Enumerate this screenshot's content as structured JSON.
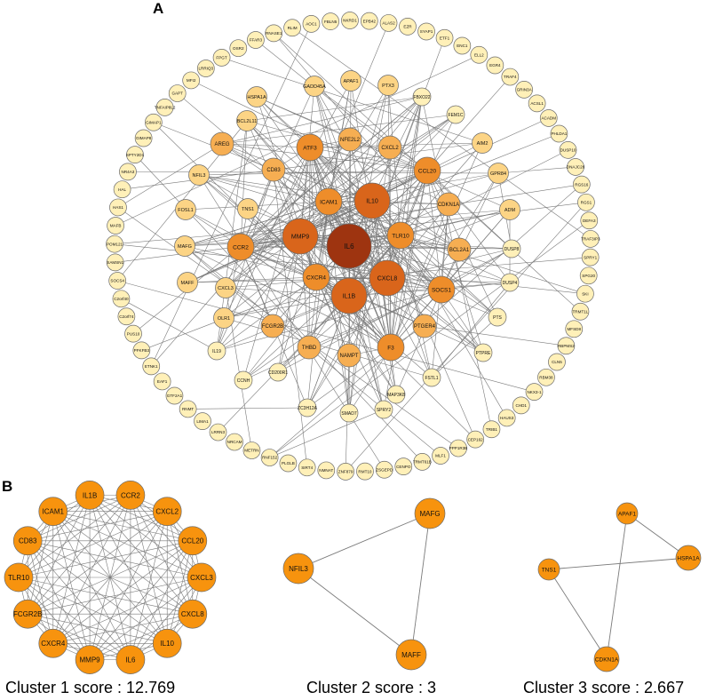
{
  "panels": {
    "a": "A",
    "b": "B"
  },
  "captions": [
    "Cluster 1 score : 12.769",
    "Cluster 2 score : 3",
    "Cluster 3 score : 2.667"
  ],
  "colors": {
    "pale": "#fff0b8",
    "light": "#fcd485",
    "medium": "#f6ae52",
    "orange": "#ee8d2a",
    "deep": "#d9651b",
    "darkest": "#9e3410",
    "cluster_node": "#f7930e",
    "edge": "#7a7a7a"
  },
  "network_a": {
    "outer_ring": [
      "AOC1",
      "FBLN5",
      "NKRD1",
      "EPB42",
      "ALAS2",
      "EZR",
      "SYAP1",
      "ETF1",
      "ENC1",
      "ELL2",
      "EGR4",
      "TRAF4",
      "GRIN3A",
      "ACSL1",
      "ACADM",
      "PHLDA1",
      "DUSP10",
      "DNAJC28",
      "RGS16",
      "RGS1",
      "DEFA3",
      "TRAF3IP3",
      "SPRY1",
      "SPG20",
      "SKI",
      "TRMT1L",
      "MFSD8",
      "RBPMS2",
      "CLN5",
      "RBM38",
      "NKX3-1",
      "CHD1",
      "HAUS3",
      "TRIB1",
      "CEP162",
      "PPP1R3B",
      "MLF1",
      "TRMT61B",
      "CENPO",
      "ZSGEPD",
      "RMT10",
      "ZNF879",
      "NMNAT",
      "SIRT4",
      "PLGLB",
      "RNF152",
      "METRN",
      "NRCAM",
      "LRRN3",
      "LIMA1",
      "RNMT",
      "GTF2A1",
      "EAF1",
      "ETNK1",
      "PFKFB3",
      "PUS10",
      "C2orf74",
      "C2orf40",
      "SOCS4",
      "SAMSN1",
      "POM121",
      "MAFB",
      "HAS1",
      "HAL",
      "NR4A3",
      "SPTY2D1",
      "GIMAP8",
      "GIMAP1",
      "TNFAIP8L2",
      "GAPT",
      "MFI2",
      "LRRIQ3",
      "FPGT",
      "OSR2",
      "FFAR3",
      "RNASE1",
      "RLIM"
    ],
    "inner_nodes": [
      {
        "id": "IL6",
        "level": "darkest"
      },
      {
        "id": "IL10",
        "level": "deep"
      },
      {
        "id": "MMP9",
        "level": "deep"
      },
      {
        "id": "CXCL8",
        "level": "deep"
      },
      {
        "id": "IL1B",
        "level": "deep"
      },
      {
        "id": "ICAM1",
        "level": "orange"
      },
      {
        "id": "TLR10",
        "level": "orange"
      },
      {
        "id": "CXCR4",
        "level": "orange"
      },
      {
        "id": "CCR2",
        "level": "orange"
      },
      {
        "id": "CCL20",
        "level": "orange"
      },
      {
        "id": "ATF3",
        "level": "orange"
      },
      {
        "id": "SOCS1",
        "level": "orange"
      },
      {
        "id": "F3",
        "level": "orange"
      },
      {
        "id": "CXCL2",
        "level": "medium"
      },
      {
        "id": "CD83",
        "level": "medium"
      },
      {
        "id": "AREG",
        "level": "medium"
      },
      {
        "id": "CDKN1A",
        "level": "medium"
      },
      {
        "id": "BCL2A1",
        "level": "medium"
      },
      {
        "id": "FCGR2B",
        "level": "medium"
      },
      {
        "id": "THBD",
        "level": "medium"
      },
      {
        "id": "NAMPT",
        "level": "medium"
      },
      {
        "id": "PTGER4",
        "level": "medium"
      },
      {
        "id": "NFE2L2",
        "level": "medium"
      },
      {
        "id": "HSPA1A",
        "level": "light"
      },
      {
        "id": "PTX3",
        "level": "light"
      },
      {
        "id": "BCL2L11",
        "level": "light"
      },
      {
        "id": "GADD45A",
        "level": "light"
      },
      {
        "id": "APAF1",
        "level": "light"
      },
      {
        "id": "TNS1",
        "level": "light"
      },
      {
        "id": "NFIL3",
        "level": "light"
      },
      {
        "id": "FOSL1",
        "level": "light"
      },
      {
        "id": "MAFG",
        "level": "light"
      },
      {
        "id": "MAFF",
        "level": "light"
      },
      {
        "id": "CXCL3",
        "level": "light"
      },
      {
        "id": "OLR1",
        "level": "light"
      },
      {
        "id": "ADM",
        "level": "light"
      },
      {
        "id": "GPR84",
        "level": "light"
      },
      {
        "id": "AIM2",
        "level": "light"
      },
      {
        "id": "FBXO22",
        "level": "pale"
      },
      {
        "id": "FEM1C",
        "level": "pale"
      },
      {
        "id": "DUSP8",
        "level": "pale"
      },
      {
        "id": "DUSP4",
        "level": "pale"
      },
      {
        "id": "PTS",
        "level": "pale"
      },
      {
        "id": "PTPRE",
        "level": "pale"
      },
      {
        "id": "FSTL1",
        "level": "pale"
      },
      {
        "id": "MAP3K8",
        "level": "pale"
      },
      {
        "id": "SPRY2",
        "level": "pale"
      },
      {
        "id": "SMAD7",
        "level": "pale"
      },
      {
        "id": "ZC3H12A",
        "level": "pale"
      },
      {
        "id": "CD200R1",
        "level": "pale"
      },
      {
        "id": "CCNH",
        "level": "pale"
      },
      {
        "id": "IL19",
        "level": "pale"
      }
    ]
  },
  "clusters": [
    {
      "nodes": [
        "IL1B",
        "CCR2",
        "CXCL2",
        "CCL20",
        "CXCL3",
        "CXCL8",
        "IL10",
        "IL6",
        "MMP9",
        "CXCR4",
        "FCGR2B",
        "TLR10",
        "CD83",
        "ICAM1"
      ]
    },
    {
      "nodes": [
        "MAFG",
        "NFIL3",
        "MAFF"
      ],
      "edges": [
        [
          "MAFG",
          "NFIL3"
        ],
        [
          "NFIL3",
          "MAFF"
        ],
        [
          "MAFF",
          "MAFG"
        ]
      ]
    },
    {
      "nodes": [
        "APAF1",
        "TNS1",
        "HSPA1A",
        "CDKN1A"
      ],
      "edges": [
        [
          "APAF1",
          "HSPA1A"
        ],
        [
          "TNS1",
          "HSPA1A"
        ],
        [
          "TNS1",
          "CDKN1A"
        ],
        [
          "APAF1",
          "CDKN1A"
        ]
      ]
    }
  ]
}
